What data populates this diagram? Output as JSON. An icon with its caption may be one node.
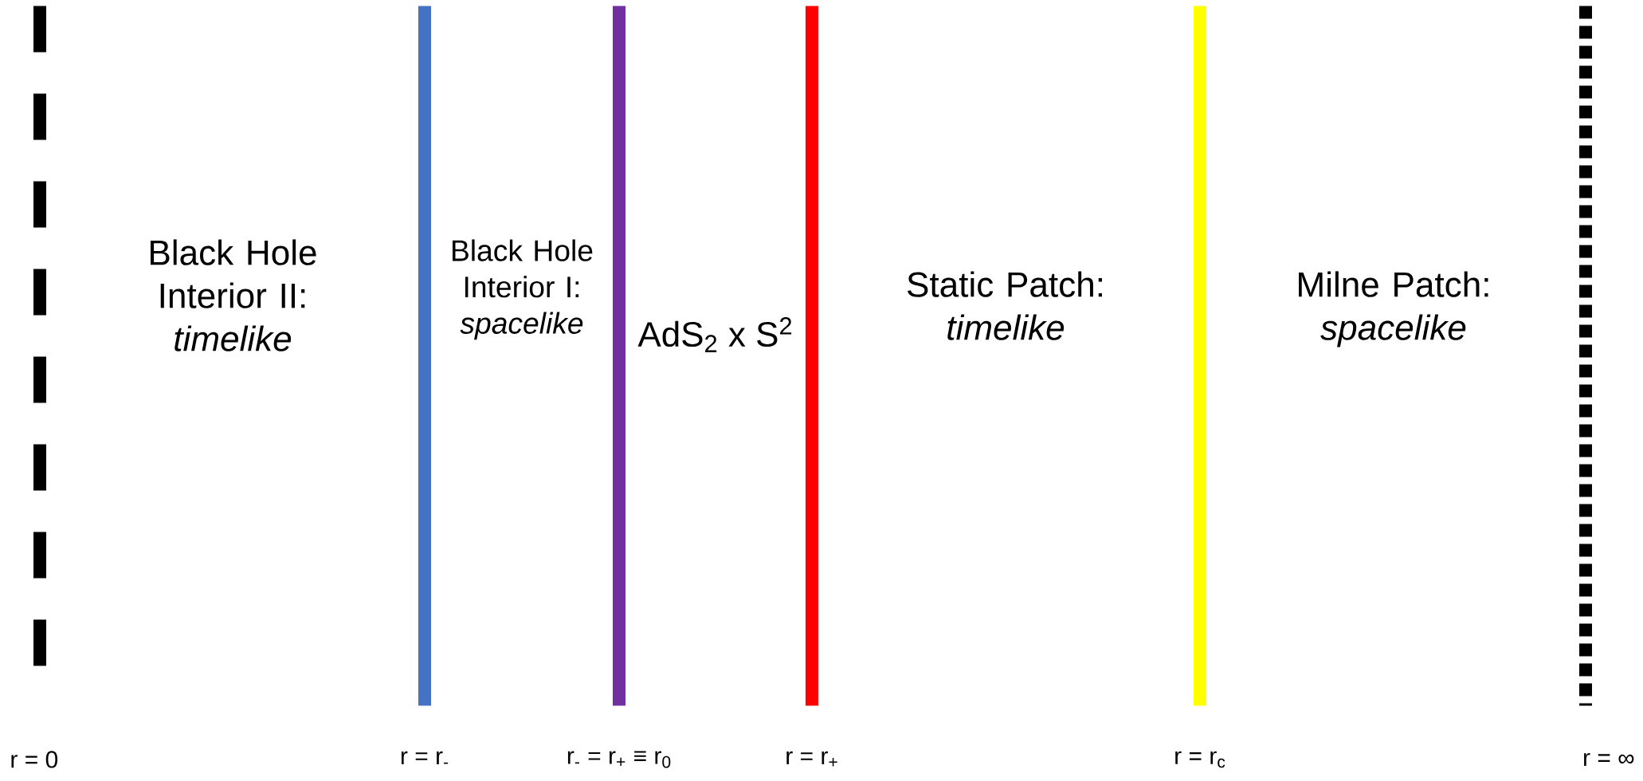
{
  "diagram": {
    "nodes": [
      {
        "text": [],
        "shape": "bar",
        "beside": [
          "r = 0"
        ]
      },
      {
        "text": [
          "Black Hole Interior II:",
          "timelike"
        ]
      },
      {
        "text": [],
        "shape": "bar",
        "beside": [
          "r = r$_{-}$"
        ]
      },
      {
        "text": [
          "Black Hole Interior I:",
          "spacelike"
        ]
      },
      {
        "text": [],
        "shape": "bar",
        "beside": [
          "r$_{-}$ = r$_{+}$ ≡ r$_{0}$",
          "AdS$_{2}$ x S$^{2}$"
        ]
      },
      {
        "text": [],
        "shape": "bar",
        "beside": [
          "r = r$_{+}$"
        ]
      },
      {
        "text": [
          "Static Patch:",
          "timelike"
        ]
      },
      {
        "text": [],
        "shape": "bar",
        "beside": [
          "r = r$_{c}$"
        ]
      },
      {
        "text": [
          "Milne Patch:",
          "spacelike"
        ]
      },
      {
        "text": [],
        "shape": "bar",
        "beside": [
          "r = ∞"
        ]
      }
    ]
  }
}
